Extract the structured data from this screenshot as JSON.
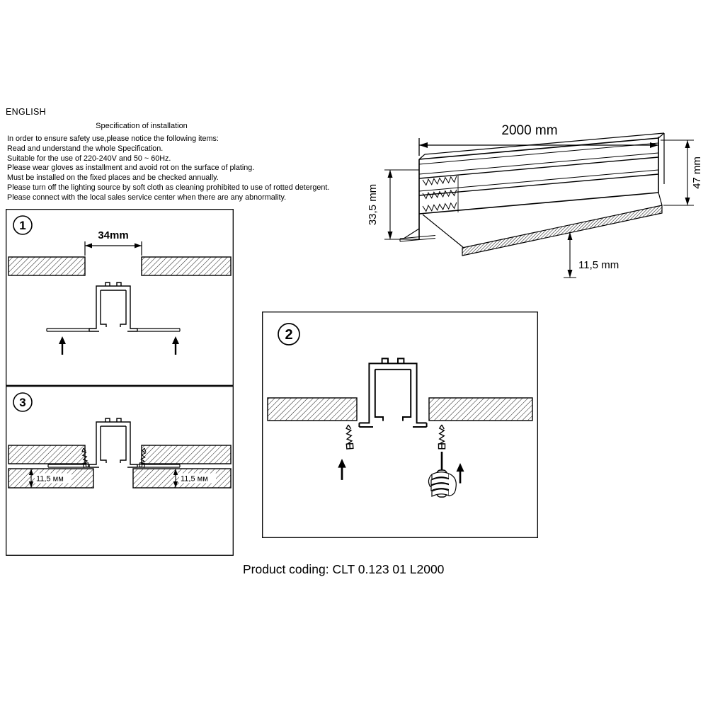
{
  "header": {
    "language_label": "ENGLISH",
    "spec_title": "Specification of installation",
    "instructions": [
      "In order to ensure safety use,please notice the following items:",
      "Read and understand the whole Specification.",
      "Suitable for the use of 220-240V and 50 ~ 60Hz.",
      "Please wear gloves as installment and avoid rot on the surface of plating.",
      "Must be installed on the fixed places and be checked annually.",
      "Please turn off the lighting source by soft cloth as cleaning prohibited to use of rotted detergent.",
      "Please connect with the local sales service center when there are any abnormality."
    ]
  },
  "main_drawing": {
    "dims": {
      "length": "2000 mm",
      "height_left": "33,5 mm",
      "height_right": "47 mm",
      "flange": "11,5 mm"
    }
  },
  "step1": {
    "number": "1",
    "dims": {
      "opening": "34mm"
    }
  },
  "step2": {
    "number": "2"
  },
  "step3": {
    "number": "3",
    "dims": {
      "board_left": "11,5 мм",
      "board_right": "11,5 мм"
    }
  },
  "footer": {
    "product_coding": "Product coding: CLT 0.123 01 L2000"
  },
  "colors": {
    "ink": "#000000",
    "paper": "#ffffff"
  }
}
